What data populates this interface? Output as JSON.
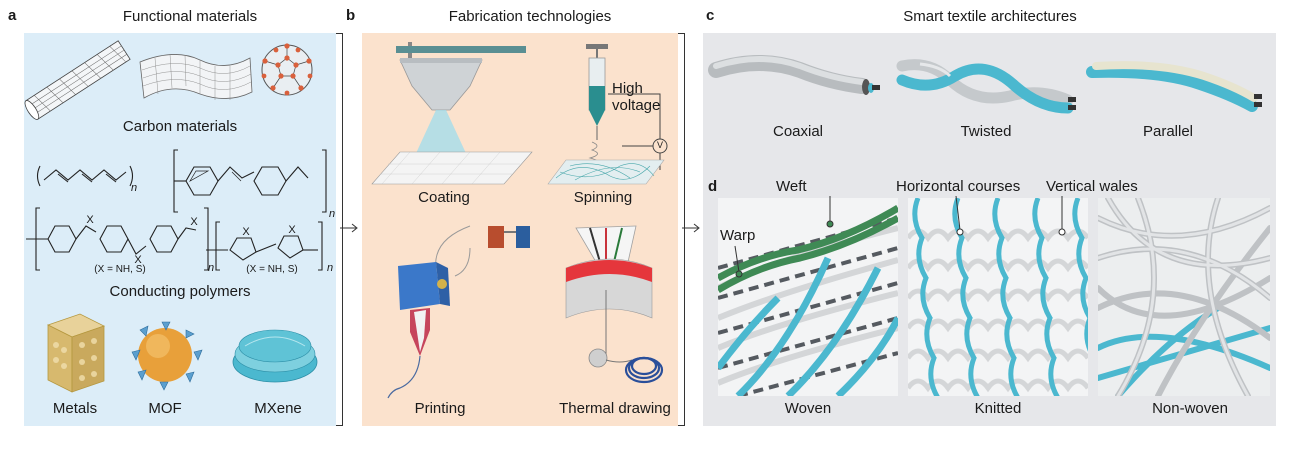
{
  "panels": {
    "a": {
      "letter": "a",
      "title": "Functional materials",
      "carbon_caption": "Carbon materials",
      "polymers_caption": "Conducting polymers",
      "x_label": "X",
      "n_label": "n",
      "xnote_left": "(X = NH, S)",
      "xnote_right": "(X = NH, S)",
      "metals": "Metals",
      "mof": "MOF",
      "mxene": "MXene"
    },
    "b": {
      "letter": "b",
      "title": "Fabrication technologies",
      "coating": "Coating",
      "spinning": "Spinning",
      "high_voltage_1": "High",
      "high_voltage_2": "voltage",
      "volt_symbol": "V",
      "printing": "Printing",
      "thermal_drawing": "Thermal drawing"
    },
    "c": {
      "letter": "c",
      "title": "Smart textile architectures",
      "coaxial": "Coaxial",
      "twisted": "Twisted",
      "parallel": "Parallel"
    },
    "d": {
      "letter": "d",
      "weft": "Weft",
      "warp": "Warp",
      "horizontal_courses": "Horizontal courses",
      "vertical_wales": "Vertical wales",
      "woven": "Woven",
      "knitted": "Knitted",
      "nonwoven": "Non-woven"
    }
  },
  "colors": {
    "panel_a_bg": "#dcedf8",
    "panel_b_bg": "#fbe2cd",
    "panel_cd_bg": "#e6e7ea",
    "teal": "#4bb8cf",
    "green": "#3f8a55",
    "grey_fiber": "#d4d6d8",
    "dark_fiber": "#555a60"
  }
}
